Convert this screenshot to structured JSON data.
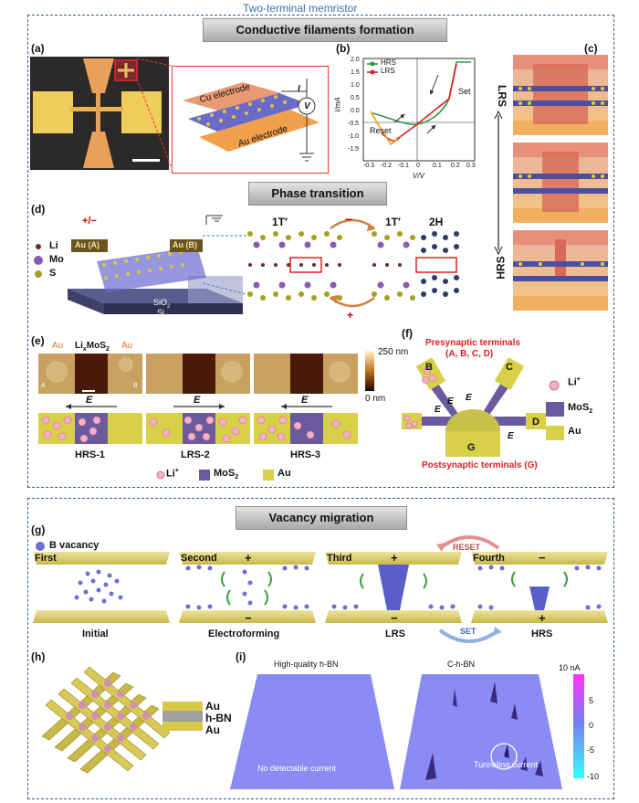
{
  "title": "Two-terminal memristor",
  "banners": {
    "filaments": "Conductive filaments formation",
    "phase": "Phase transition",
    "vacancy": "Vacancy migration"
  },
  "panels": {
    "a": "(a)",
    "b": "(b)",
    "c": "(c)",
    "d": "(d)",
    "e": "(e)",
    "f": "(f)",
    "g": "(g)",
    "h": "(h)",
    "i": "(i)"
  },
  "panel_a": {
    "cu": "Cu electrode",
    "au": "Au electrode",
    "i": "I",
    "v": "V"
  },
  "panel_b": {
    "legend": [
      "HRS",
      "LRS"
    ],
    "ylabel": "I/mA",
    "xlabel": "V/V",
    "set": "Set",
    "reset": "Reset",
    "xticks": [
      "-0.3",
      "-0.2",
      "-0.1",
      "0",
      "0.1",
      "0.2",
      "0.3"
    ],
    "yticks": [
      "2.0",
      "1.5",
      "1.0",
      "0.5",
      "0.0",
      "-0.5",
      "-1.0",
      "-1.5"
    ]
  },
  "panel_c": {
    "lrs": "LRS",
    "hrs": "HRS"
  },
  "panel_d": {
    "legend": [
      "Li",
      "Mo",
      "S"
    ],
    "au_a": "Au (A)",
    "au_b": "Au (B)",
    "pm": "+/−",
    "sio2": "SiO",
    "sio2_sub": "2",
    "si": "Si",
    "p1": "1T′",
    "p2": "1T′",
    "p3": "2H",
    "minus": "−",
    "plus": "+"
  },
  "panel_e": {
    "au1": "Au",
    "mid": "Li",
    "mid_sub1": "x",
    "mid_rest": "MoS",
    "mid_sub2": "2",
    "au2": "Au",
    "scale_top": "250 nm",
    "scale_bot": "0 nm",
    "corner_a": "A",
    "corner_b": "B",
    "e_label": "E",
    "states": [
      "HRS-1",
      "LRS-2",
      "HRS-3"
    ],
    "legend": [
      "Li",
      "MoS",
      "Au"
    ],
    "legend_sup": "+",
    "legend_sub": "2"
  },
  "panel_f": {
    "pre": "Presynaptic terminals",
    "pre_sub": "(A, B, C, D)",
    "post": "Postsynaptic terminals (G)",
    "terms": [
      "B",
      "C",
      "D",
      "G"
    ],
    "e_label": "E",
    "legend": [
      "Li",
      "MoS",
      "Au"
    ],
    "legend_sup": "+",
    "legend_sub": "2"
  },
  "panel_g": {
    "legend": "B vacancy",
    "steps": [
      "First",
      "Second",
      "Third",
      "Fourth"
    ],
    "states": [
      "Initial",
      "Electroforming",
      "LRS",
      "HRS"
    ],
    "signs": {
      "second_top": "+",
      "second_bot": "−",
      "third_top": "+",
      "third_bot": "−",
      "fourth_top": "−",
      "fourth_bot": "+"
    },
    "reset": "RESET",
    "set": "SET"
  },
  "panel_h": {
    "layers": [
      "Au",
      "h-BN",
      "Au"
    ]
  },
  "panel_i": {
    "left_title": "High-quality h-BN",
    "right_title": "C-h-BN",
    "left_note": "No detectable current",
    "right_note": "Tunneling current",
    "cbar_top": "10 nA",
    "cbar_ticks": [
      "5",
      "0",
      "-5",
      "-10"
    ]
  },
  "colors": {
    "frame": "#3a5a8a",
    "au": "#cdbf42",
    "mos2": "#6b5a9e",
    "li": "#f0a0c0",
    "vacancy": "#6b6fd8",
    "surface": "#8c8ef5"
  }
}
